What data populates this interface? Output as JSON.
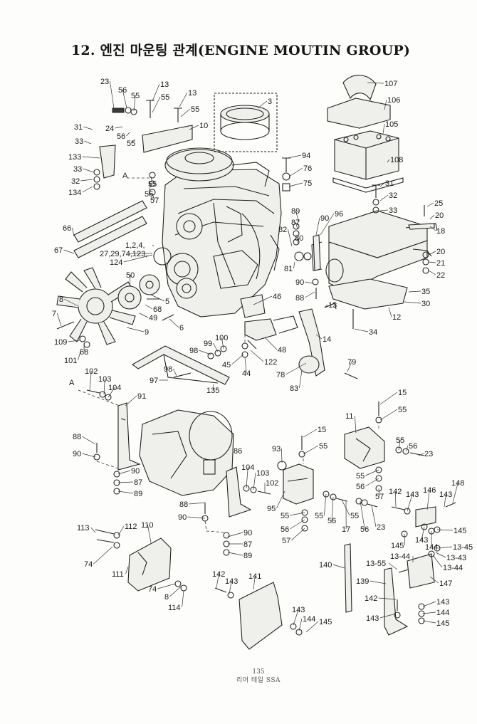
{
  "title": "12. 엔진 마운팅 관계(ENGINE MOUTIN GROUP)",
  "footer": {
    "page": "135",
    "sub": "리어 테일 SSA"
  },
  "section_labels": [
    "A",
    "A"
  ],
  "parts": [
    {
      "id": "p23a",
      "n": "23"
    },
    {
      "id": "p56a",
      "n": "56"
    },
    {
      "id": "p55a",
      "n": "55"
    },
    {
      "id": "p13a",
      "n": "13"
    },
    {
      "id": "p55b",
      "n": "55"
    },
    {
      "id": "p13b",
      "n": "13"
    },
    {
      "id": "p55c",
      "n": "55"
    },
    {
      "id": "p3",
      "n": "3"
    },
    {
      "id": "p31a",
      "n": "31"
    },
    {
      "id": "p24",
      "n": "24"
    },
    {
      "id": "p56b",
      "n": "56"
    },
    {
      "id": "p55d",
      "n": "55"
    },
    {
      "id": "p10",
      "n": "10"
    },
    {
      "id": "p33a",
      "n": "33"
    },
    {
      "id": "p133",
      "n": "133"
    },
    {
      "id": "p33b",
      "n": "33"
    },
    {
      "id": "p32a",
      "n": "32"
    },
    {
      "id": "p134",
      "n": "134"
    },
    {
      "id": "p55e",
      "n": "55"
    },
    {
      "id": "p56c",
      "n": "56"
    },
    {
      "id": "p57a",
      "n": "57"
    },
    {
      "id": "p107",
      "n": "107"
    },
    {
      "id": "p106",
      "n": "106"
    },
    {
      "id": "p105",
      "n": "105"
    },
    {
      "id": "p108",
      "n": "108"
    },
    {
      "id": "p94",
      "n": "94"
    },
    {
      "id": "p76",
      "n": "76"
    },
    {
      "id": "p75",
      "n": "75"
    },
    {
      "id": "p31b",
      "n": "31"
    },
    {
      "id": "p32b",
      "n": "32"
    },
    {
      "id": "p33c",
      "n": "33"
    },
    {
      "id": "p25",
      "n": "25"
    },
    {
      "id": "p20a",
      "n": "20"
    },
    {
      "id": "p18",
      "n": "18"
    },
    {
      "id": "p89a",
      "n": "89"
    },
    {
      "id": "p87a",
      "n": "87"
    },
    {
      "id": "p90a",
      "n": "90"
    },
    {
      "id": "p96",
      "n": "96"
    },
    {
      "id": "p82",
      "n": "82"
    },
    {
      "id": "p80",
      "n": "80"
    },
    {
      "id": "p81",
      "n": "81"
    },
    {
      "id": "p20b",
      "n": "20"
    },
    {
      "id": "p21",
      "n": "21"
    },
    {
      "id": "p22",
      "n": "22"
    },
    {
      "id": "p90b",
      "n": "90"
    },
    {
      "id": "p88a",
      "n": "88"
    },
    {
      "id": "p35",
      "n": "35"
    },
    {
      "id": "p30",
      "n": "30"
    },
    {
      "id": "p12",
      "n": "12"
    },
    {
      "id": "p66",
      "n": "66"
    },
    {
      "id": "p67",
      "n": "67"
    },
    {
      "id": "pgrp1",
      "n": "1,2,4,"
    },
    {
      "id": "pgrp2",
      "n": "27,29,74,123,"
    },
    {
      "id": "p124",
      "n": "124"
    },
    {
      "id": "p50",
      "n": "50"
    },
    {
      "id": "p8a",
      "n": "8"
    },
    {
      "id": "p7",
      "n": "7"
    },
    {
      "id": "p5",
      "n": "5"
    },
    {
      "id": "p68a",
      "n": "68"
    },
    {
      "id": "p49",
      "n": "49"
    },
    {
      "id": "p6",
      "n": "6"
    },
    {
      "id": "p9",
      "n": "9"
    },
    {
      "id": "p46",
      "n": "46"
    },
    {
      "id": "p13c",
      "n": "13"
    },
    {
      "id": "p14",
      "n": "14"
    },
    {
      "id": "p34",
      "n": "34"
    },
    {
      "id": "p109",
      "n": "109"
    },
    {
      "id": "p68b",
      "n": "68"
    },
    {
      "id": "p101",
      "n": "101"
    },
    {
      "id": "p100",
      "n": "100"
    },
    {
      "id": "p99",
      "n": "99"
    },
    {
      "id": "p98a",
      "n": "98"
    },
    {
      "id": "p45",
      "n": "45"
    },
    {
      "id": "p44",
      "n": "44"
    },
    {
      "id": "p122",
      "n": "122"
    },
    {
      "id": "p48",
      "n": "48"
    },
    {
      "id": "p98b",
      "n": "98"
    },
    {
      "id": "p97",
      "n": "97"
    },
    {
      "id": "p135",
      "n": "135"
    },
    {
      "id": "p78",
      "n": "78"
    },
    {
      "id": "p79",
      "n": "79"
    },
    {
      "id": "p83",
      "n": "83"
    },
    {
      "id": "p102",
      "n": "102"
    },
    {
      "id": "p103a",
      "n": "103"
    },
    {
      "id": "p104a",
      "n": "104"
    },
    {
      "id": "p91",
      "n": "91"
    },
    {
      "id": "p15a",
      "n": "15"
    },
    {
      "id": "p55f",
      "n": "55"
    },
    {
      "id": "p11",
      "n": "11"
    },
    {
      "id": "p88b",
      "n": "88"
    },
    {
      "id": "p90c",
      "n": "90"
    },
    {
      "id": "p15b",
      "n": "15"
    },
    {
      "id": "p55g",
      "n": "55"
    },
    {
      "id": "p93",
      "n": "93"
    },
    {
      "id": "p55h",
      "n": "55"
    },
    {
      "id": "p56d",
      "n": "56"
    },
    {
      "id": "p23b",
      "n": "23"
    },
    {
      "id": "p86",
      "n": "86"
    },
    {
      "id": "p90d",
      "n": "90"
    },
    {
      "id": "p87b",
      "n": "87"
    },
    {
      "id": "p89b",
      "n": "89"
    },
    {
      "id": "p104b",
      "n": "104"
    },
    {
      "id": "p103b",
      "n": "103"
    },
    {
      "id": "p102b",
      "n": "102"
    },
    {
      "id": "p55i",
      "n": "55"
    },
    {
      "id": "p56e",
      "n": "56"
    },
    {
      "id": "p57b",
      "n": "57"
    },
    {
      "id": "p148",
      "n": "148"
    },
    {
      "id": "p142a",
      "n": "142"
    },
    {
      "id": "p143a",
      "n": "143"
    },
    {
      "id": "p146",
      "n": "146"
    },
    {
      "id": "p143b",
      "n": "143"
    },
    {
      "id": "p88c",
      "n": "88"
    },
    {
      "id": "p90e",
      "n": "90"
    },
    {
      "id": "p95",
      "n": "95"
    },
    {
      "id": "p55j",
      "n": "55"
    },
    {
      "id": "p56f",
      "n": "56"
    },
    {
      "id": "p57c",
      "n": "57"
    },
    {
      "id": "p55k",
      "n": "55"
    },
    {
      "id": "p56g",
      "n": "56"
    },
    {
      "id": "p55l",
      "n": "55"
    },
    {
      "id": "p17",
      "n": "17"
    },
    {
      "id": "p56h",
      "n": "56"
    },
    {
      "id": "p23c",
      "n": "23"
    },
    {
      "id": "p143c",
      "n": "143"
    },
    {
      "id": "p144a",
      "n": "144"
    },
    {
      "id": "p145a",
      "n": "145"
    },
    {
      "id": "p145b",
      "n": "145"
    },
    {
      "id": "p1345a",
      "n": "13-45"
    },
    {
      "id": "p1343",
      "n": "13-43"
    },
    {
      "id": "p1344a",
      "n": "13-44"
    },
    {
      "id": "p1344b",
      "n": "13-44"
    },
    {
      "id": "p1355",
      "n": "13-55"
    },
    {
      "id": "p147",
      "n": "147"
    },
    {
      "id": "p140",
      "n": "140"
    },
    {
      "id": "p139",
      "n": "139"
    },
    {
      "id": "p113",
      "n": "113"
    },
    {
      "id": "p112",
      "n": "112"
    },
    {
      "id": "p110",
      "n": "110"
    },
    {
      "id": "p74a",
      "n": "74"
    },
    {
      "id": "p111",
      "n": "111"
    },
    {
      "id": "p74b",
      "n": "74"
    },
    {
      "id": "p8b",
      "n": "8"
    },
    {
      "id": "p114",
      "n": "114"
    },
    {
      "id": "p90f",
      "n": "90"
    },
    {
      "id": "p87c",
      "n": "87"
    },
    {
      "id": "p89c",
      "n": "89"
    },
    {
      "id": "p142b",
      "n": "142"
    },
    {
      "id": "p143d",
      "n": "143"
    },
    {
      "id": "p141",
      "n": "141"
    },
    {
      "id": "p143e",
      "n": "143"
    },
    {
      "id": "p144b",
      "n": "144"
    },
    {
      "id": "p145c",
      "n": "145"
    },
    {
      "id": "p142c",
      "n": "142"
    },
    {
      "id": "p143f",
      "n": "143"
    },
    {
      "id": "p143g",
      "n": "143"
    },
    {
      "id": "p144c",
      "n": "144"
    },
    {
      "id": "p145d",
      "n": "145"
    }
  ]
}
